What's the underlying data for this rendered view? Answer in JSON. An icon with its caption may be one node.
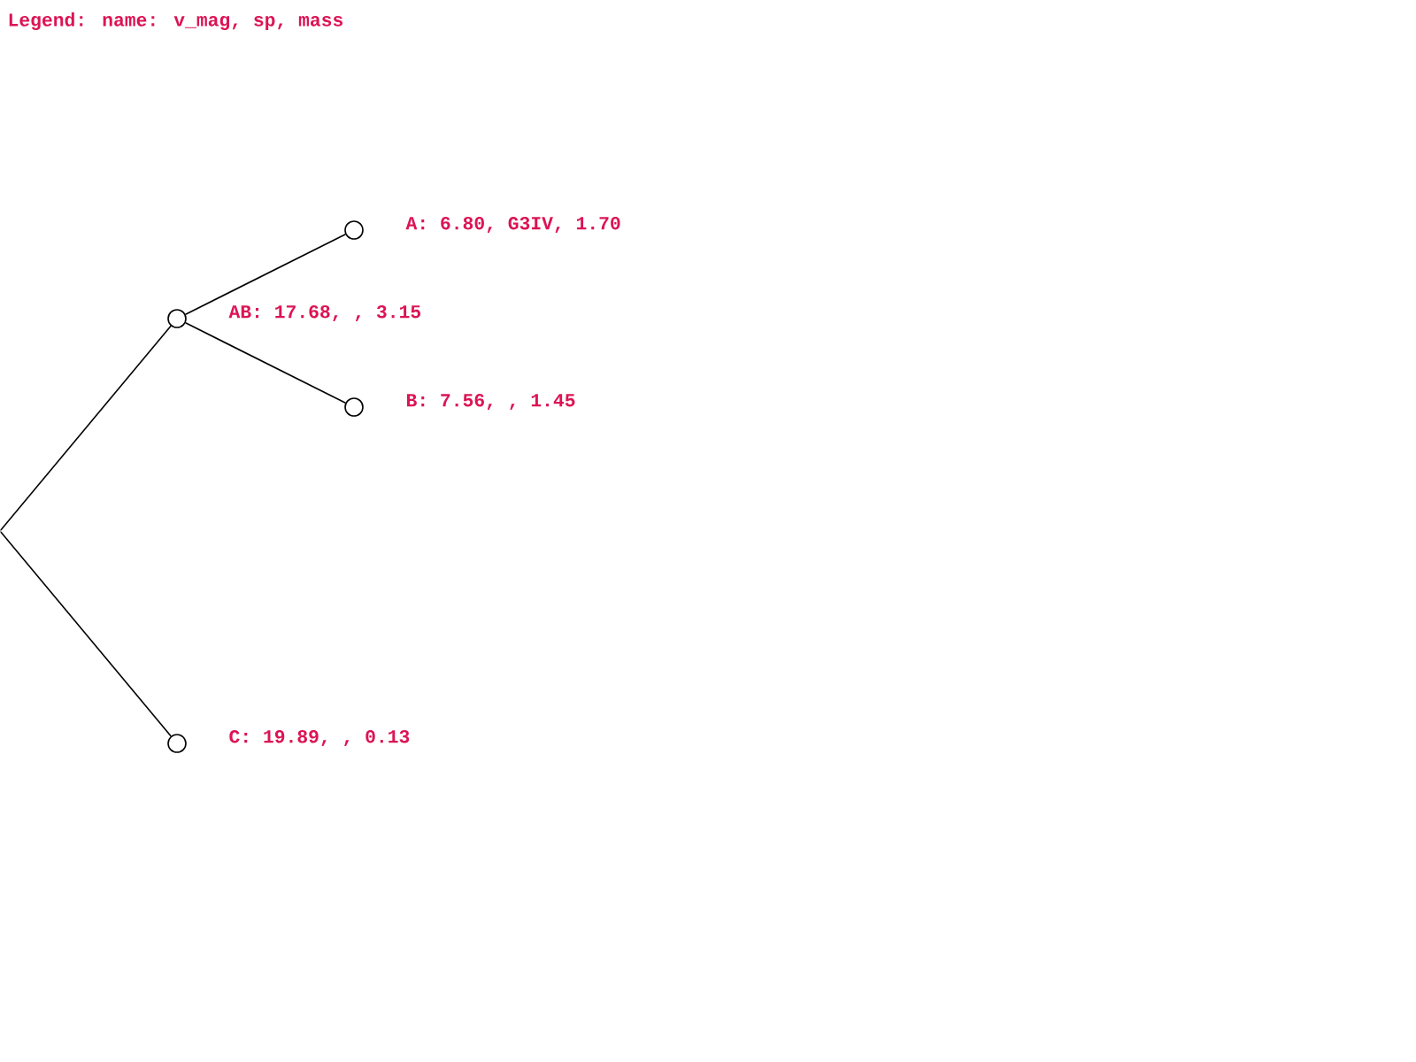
{
  "diagram": {
    "nodes": [
      {
        "text": [],
        "shape": "point"
      },
      {
        "text": [],
        "shape": "circle",
        "beside": [
          "AB: 17.68, , 3.15"
        ]
      },
      {
        "text": [],
        "shape": "circle",
        "beside": [
          "A: 6.80, G3IV, 1.70"
        ]
      },
      {
        "text": [],
        "shape": "circle",
        "beside": [
          "B: 7.56, , 1.45"
        ]
      },
      {
        "text": [],
        "shape": "circle",
        "beside": [
          "C: 19.89, , 0.13"
        ]
      }
    ],
    "edges": [
      {
        "from": 0,
        "to": 1,
        "arrow": "none"
      },
      {
        "from": 1,
        "to": 2,
        "arrow": "none"
      },
      {
        "from": 1,
        "to": 3,
        "arrow": "none"
      },
      {
        "from": 0,
        "to": 4,
        "arrow": "none"
      }
    ],
    "labels": [
      "Legend: name: v_mag, sp, mass"
    ]
  }
}
